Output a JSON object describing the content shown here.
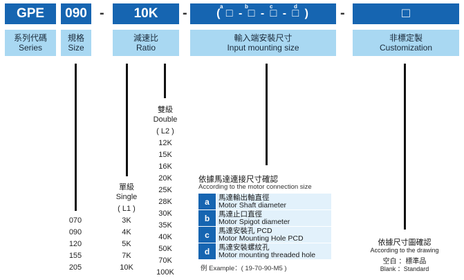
{
  "header": {
    "series_code": "GPE",
    "size_code": "090",
    "ratio_code": "10K",
    "input_code": "( □ - □ - □ - □ )",
    "input_letters": [
      "a",
      "b",
      "c",
      "d"
    ],
    "custom_code": "□",
    "dash": "-"
  },
  "labels": {
    "series_zh": "系列代碼",
    "series_en": "Series",
    "size_zh": "規格",
    "size_en": "Size",
    "ratio_zh": "減速比",
    "ratio_en": "Ratio",
    "input_zh": "輸入端安裝尺寸",
    "input_en": "Input mounting size",
    "custom_zh": "非標定製",
    "custom_en": "Customization"
  },
  "sizes": [
    "070",
    "090",
    "120",
    "155",
    "205"
  ],
  "single": {
    "title_zh": "單級",
    "title_en": "Single",
    "title_code": "( L1 )",
    "values": [
      "3K",
      "4K",
      "5K",
      "7K",
      "10K"
    ]
  },
  "double": {
    "title_zh": "雙級",
    "title_en": "Double",
    "title_code": "( L2 )",
    "values": [
      "12K",
      "15K",
      "16K",
      "20K",
      "25K",
      "28K",
      "30K",
      "35K",
      "40K",
      "50K",
      "70K",
      "100K"
    ]
  },
  "motor": {
    "title_zh": "依據馬達連接尺寸確認",
    "title_en": "According to the motor connection size",
    "rows": [
      {
        "key": "a",
        "zh": "馬達輸出軸直徑",
        "en": "Motor Shaft diameter"
      },
      {
        "key": "b",
        "zh": "馬達止口直徑",
        "en": "Motor Spigot diameter"
      },
      {
        "key": "c",
        "zh": "馬達安裝孔 PCD",
        "en": "Motor Mounting Hole PCD"
      },
      {
        "key": "d",
        "zh": "馬達安裝螺紋孔",
        "en": "Motor mounting threaded hole"
      }
    ],
    "example": "例 Example：( 19-70-90-M5 )"
  },
  "custom": {
    "title_zh": "依據尺寸圖確認",
    "title_en": "According to the drawing",
    "blank_zh": "空白 ：標準品",
    "blank_en": "Blank ：Standard"
  },
  "colors": {
    "code_bg": "#1665b1",
    "label_bg": "#a9d8f2",
    "table_bg": "#e2f1fb"
  }
}
